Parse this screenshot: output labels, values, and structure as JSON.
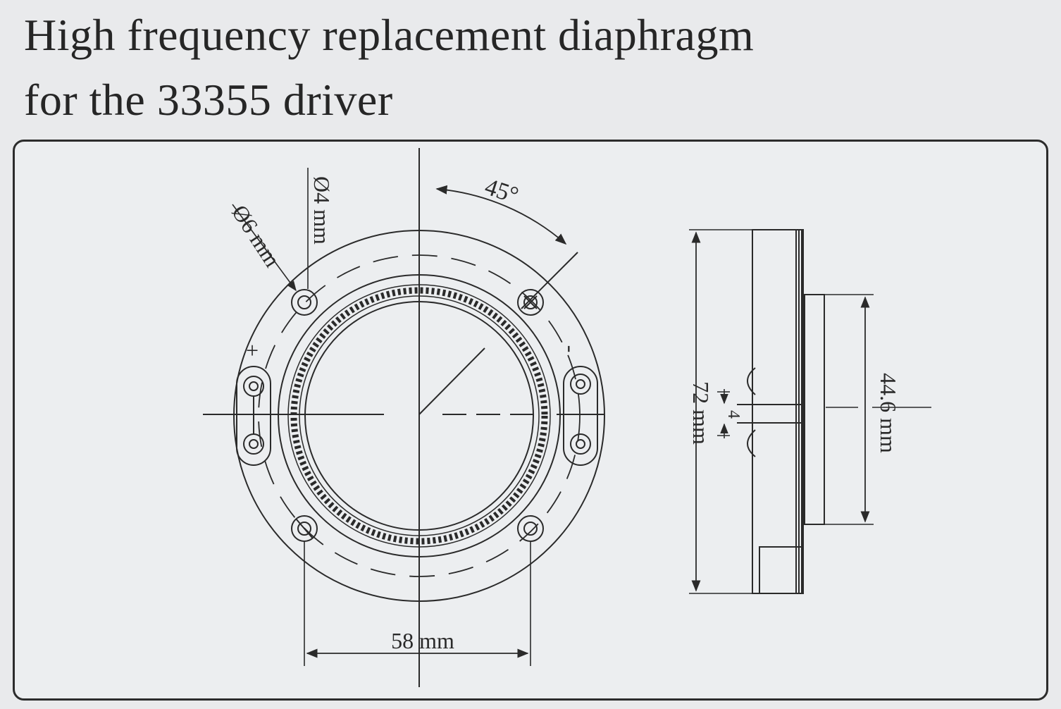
{
  "title": {
    "line1": "High frequency replacement diaphragm",
    "line2": "for the 33355 driver"
  },
  "front_view": {
    "angle_label": "45°",
    "small_hole_label": "Ø4 mm",
    "large_hole_label": "Ø6 mm",
    "hole_spacing_label": "58 mm",
    "plus_marker": "+",
    "minus_marker": "-"
  },
  "side_view": {
    "height_label": "72 mm",
    "boss_label": "44.6 mm",
    "gap_label": "4"
  }
}
